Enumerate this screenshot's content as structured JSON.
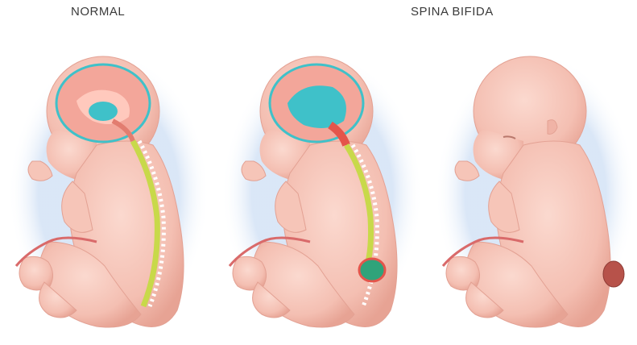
{
  "labels": {
    "normal": "NORMAL",
    "spina_bifida": "SPINA BIFIDA"
  },
  "colors": {
    "skin": "#f7c8bd",
    "skin_shade": "#e9a79a",
    "halo": "#d8e6f7",
    "csf": "#3fc1c9",
    "brain": "#f3a69a",
    "spinal_cord": "#c8d94a",
    "vertebrae": "#ffffff",
    "lesion": "#e4554b"
  },
  "figures": [
    {
      "id": "normal",
      "brain_shown": true,
      "spine_shown": true,
      "lesion": false
    },
    {
      "id": "spina-bifida-cutaway",
      "brain_shown": true,
      "spine_shown": true,
      "lesion": true
    },
    {
      "id": "spina-bifida-exterior",
      "brain_shown": false,
      "spine_shown": false,
      "lesion": true
    }
  ]
}
